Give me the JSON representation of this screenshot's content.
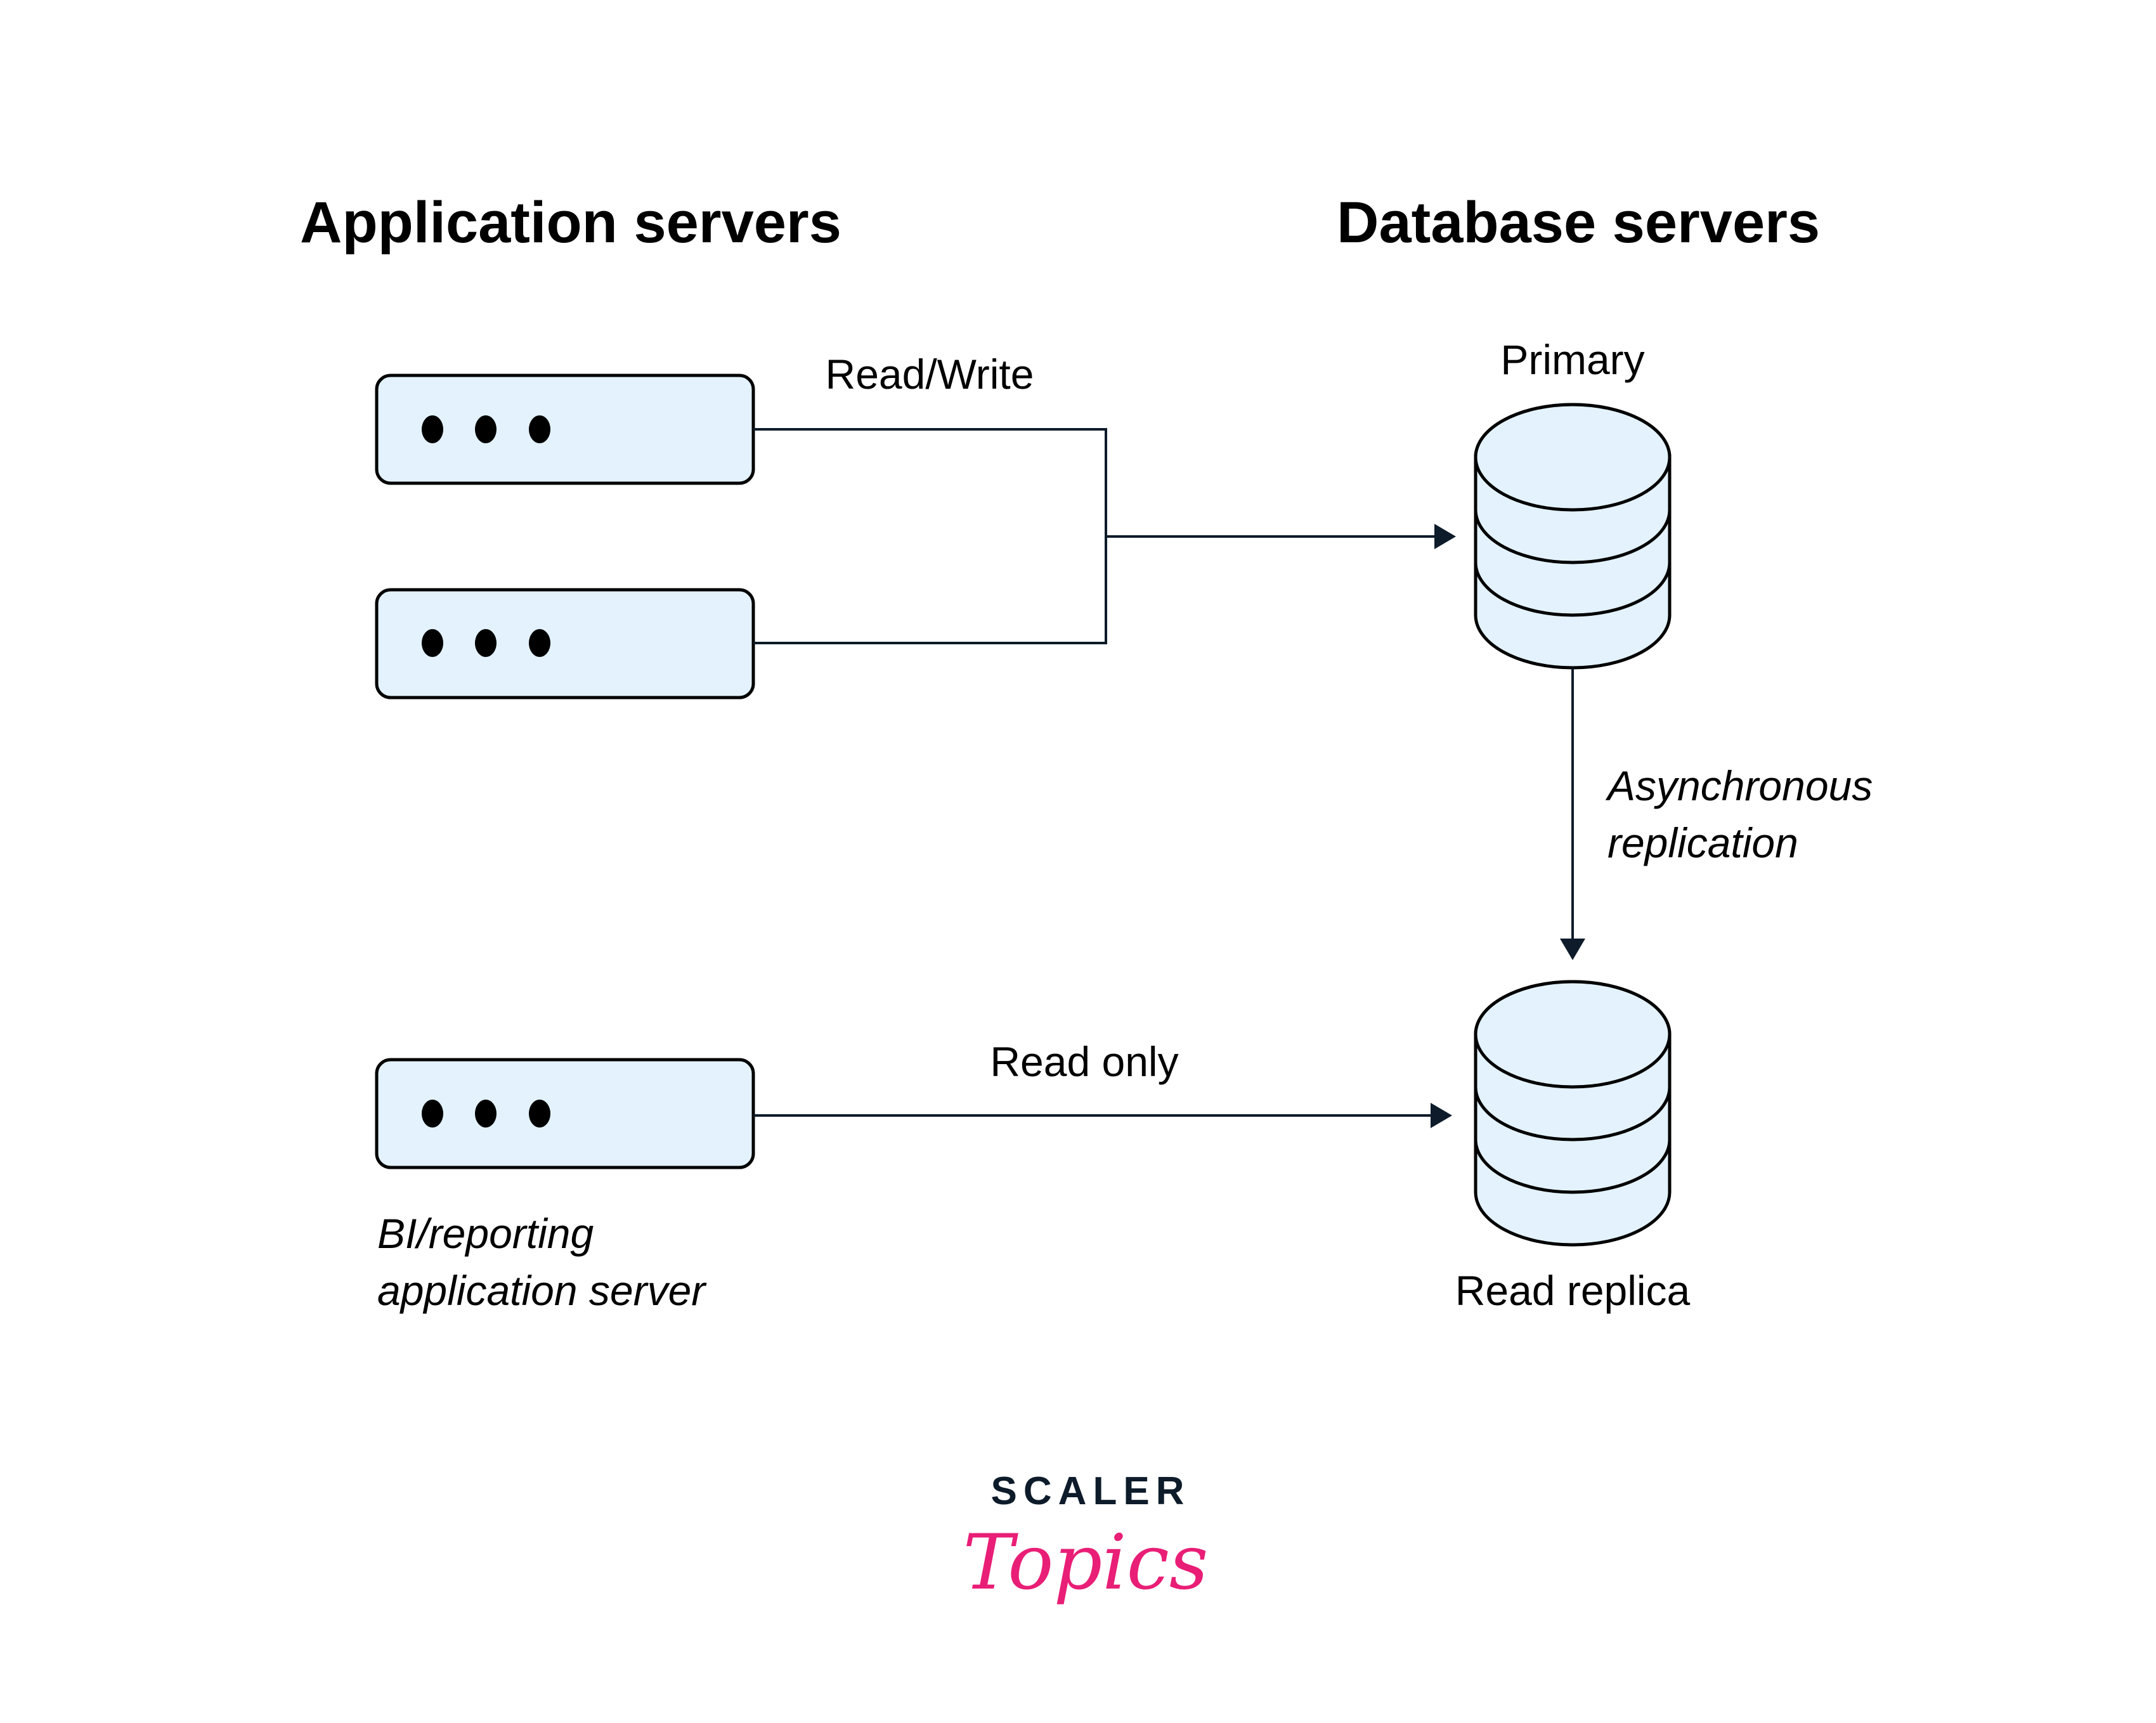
{
  "headings": {
    "app_servers": "Application servers",
    "db_servers": "Database servers"
  },
  "app_servers": [
    {
      "id": "app-server-1",
      "icon": "ellipsis-dots"
    },
    {
      "id": "app-server-2",
      "icon": "ellipsis-dots"
    },
    {
      "id": "bi-server",
      "icon": "ellipsis-dots",
      "caption_lines": [
        "BI/reporting",
        "application server"
      ]
    }
  ],
  "databases": {
    "primary": {
      "label": "Primary",
      "icon": "database-cylinder"
    },
    "replica": {
      "label": "Read replica",
      "icon": "database-cylinder"
    }
  },
  "connections": {
    "read_write": "Read/Write",
    "read_only": "Read only",
    "replication_lines": [
      "Asynchronous",
      "replication"
    ]
  },
  "logo": {
    "top": "SCALER",
    "script": "Topics",
    "top_color": "#0D1B2A",
    "script_color": "#E91E76"
  },
  "colors": {
    "node_fill": "#E3F2FD",
    "stroke": "#000000",
    "wire": "#0D1B2A"
  }
}
